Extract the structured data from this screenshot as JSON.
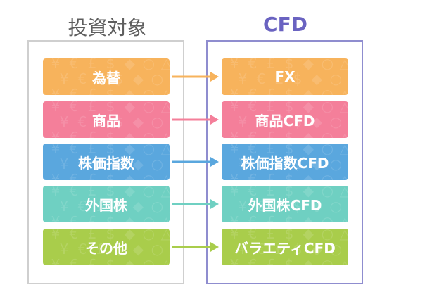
{
  "left_title": "投資対象",
  "right_title": "CFD",
  "rows": [
    {
      "left": "為替",
      "right": "FX",
      "color": "#f7b35c"
    },
    {
      "left": "商品",
      "right": "商品CFD",
      "color": "#f47f9a"
    },
    {
      "left": "株価指数",
      "right": "株価指数CFD",
      "color": "#5aa7de"
    },
    {
      "left": "外国株",
      "right": "外国株CFD",
      "color": "#6fd0c2"
    },
    {
      "left": "その他",
      "right": "バラエティCFD",
      "color": "#a9cd4b"
    }
  ],
  "colors": {
    "left_border": "#cfcfcf",
    "right_border": "#8f8dcf",
    "left_title": "#5e5e5e",
    "right_title": "#6a63c1"
  }
}
